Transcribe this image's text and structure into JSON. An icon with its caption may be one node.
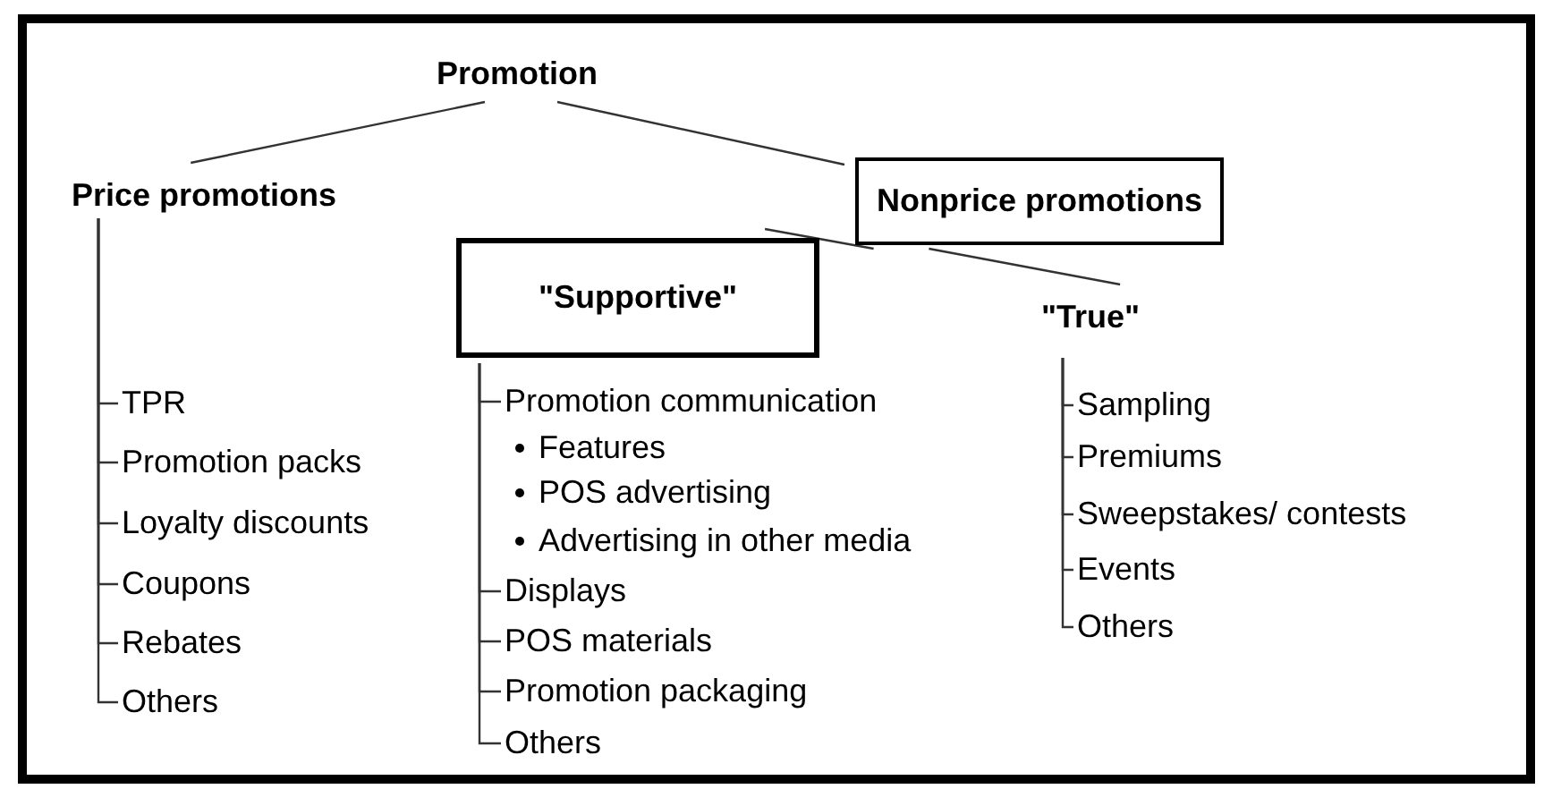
{
  "diagram": {
    "nodes": [
      {
        "text": [
          "Promotion"
        ]
      },
      {
        "text": [
          "Price promotions"
        ]
      },
      {
        "text": [
          "Nonprice promotions"
        ]
      },
      {
        "text": [
          "\"Supportive\""
        ]
      },
      {
        "text": [
          "\"True\""
        ]
      },
      {
        "text": [
          "TPR"
        ]
      },
      {
        "text": [
          "Promotion packs"
        ]
      },
      {
        "text": [
          "Loyalty discounts"
        ]
      },
      {
        "text": [
          "Coupons"
        ]
      },
      {
        "text": [
          "Rebates"
        ]
      },
      {
        "text": [
          "Others"
        ]
      },
      {
        "text": [
          "Promotion communication"
        ]
      },
      {
        "text": [
          "Displays"
        ]
      },
      {
        "text": [
          "POS materials"
        ]
      },
      {
        "text": [
          "Promotion packaging"
        ]
      },
      {
        "text": [
          "Others"
        ]
      },
      {
        "text": [
          "Sampling"
        ]
      },
      {
        "text": [
          "Premiums"
        ]
      },
      {
        "text": [
          "Sweepstakes/ contests"
        ]
      },
      {
        "text": [
          "Events"
        ]
      },
      {
        "text": [
          "Others"
        ]
      }
    ],
    "edges": [
      {
        "from": 0,
        "to": 1,
        "arrow": "none"
      },
      {
        "from": 0,
        "to": 2,
        "arrow": "none"
      },
      {
        "from": 2,
        "to": 3,
        "arrow": "none"
      },
      {
        "from": 2,
        "to": 4,
        "arrow": "none"
      },
      {
        "from": 1,
        "to": 5,
        "arrow": "none"
      },
      {
        "from": 1,
        "to": 6,
        "arrow": "none"
      },
      {
        "from": 1,
        "to": 7,
        "arrow": "none"
      },
      {
        "from": 1,
        "to": 8,
        "arrow": "none"
      },
      {
        "from": 1,
        "to": 9,
        "arrow": "none"
      },
      {
        "from": 1,
        "to": 10,
        "arrow": "none"
      },
      {
        "from": 3,
        "to": 11,
        "arrow": "none"
      },
      {
        "from": 3,
        "to": 12,
        "arrow": "none"
      },
      {
        "from": 3,
        "to": 13,
        "arrow": "none"
      },
      {
        "from": 3,
        "to": 14,
        "arrow": "none"
      },
      {
        "from": 3,
        "to": 15,
        "arrow": "none"
      },
      {
        "from": 4,
        "to": 16,
        "arrow": "none"
      },
      {
        "from": 4,
        "to": 17,
        "arrow": "none"
      },
      {
        "from": 4,
        "to": 18,
        "arrow": "none"
      },
      {
        "from": 4,
        "to": 19,
        "arrow": "none"
      },
      {
        "from": 4,
        "to": 20,
        "arrow": "none"
      }
    ],
    "labels": [
      "Features",
      "POS advertising",
      "Advertising in other media"
    ]
  }
}
